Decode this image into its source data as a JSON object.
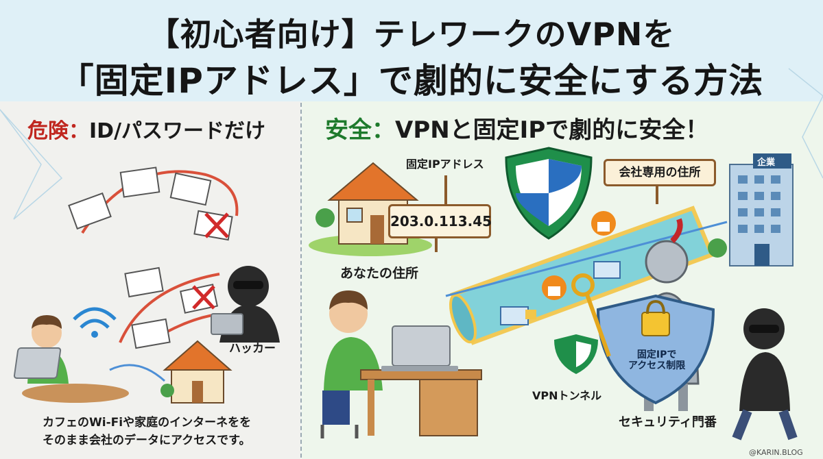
{
  "title": {
    "line1": "【初心者向け】テレワークのVPNを",
    "line2": "「固定IPアドレス」で劇的に安全にする方法"
  },
  "left": {
    "heading_prefix": "危険：",
    "heading_rest": "ID/パスワードだけ",
    "hacker_label": "ハッカー",
    "caption_line1": "カフェのWi-Fiや家庭のインターネをを",
    "caption_line2": "そのまま会社のデータにアクセスです。"
  },
  "right": {
    "heading_prefix": "安全：",
    "heading_rest": "VPNと固定IPで劇的に安全！",
    "fixed_ip_label": "固定IPアドレス",
    "ip_address": "203.0.113.45",
    "your_address_label": "あなたの住所",
    "company_sign": "会社専用の住所",
    "company_badge": "企業",
    "tunnel_label": "VPNトンネル",
    "guard_label": "セキュリティ門番",
    "shield_text_line1": "固定IPで",
    "shield_text_line2": "アクセス制限"
  },
  "credit": "@KARIN.BLOG",
  "colors": {
    "danger": "#c0271f",
    "safe": "#1e7a2c",
    "header_bg": "#dff0f7",
    "tunnel": "#4fb9c9"
  }
}
